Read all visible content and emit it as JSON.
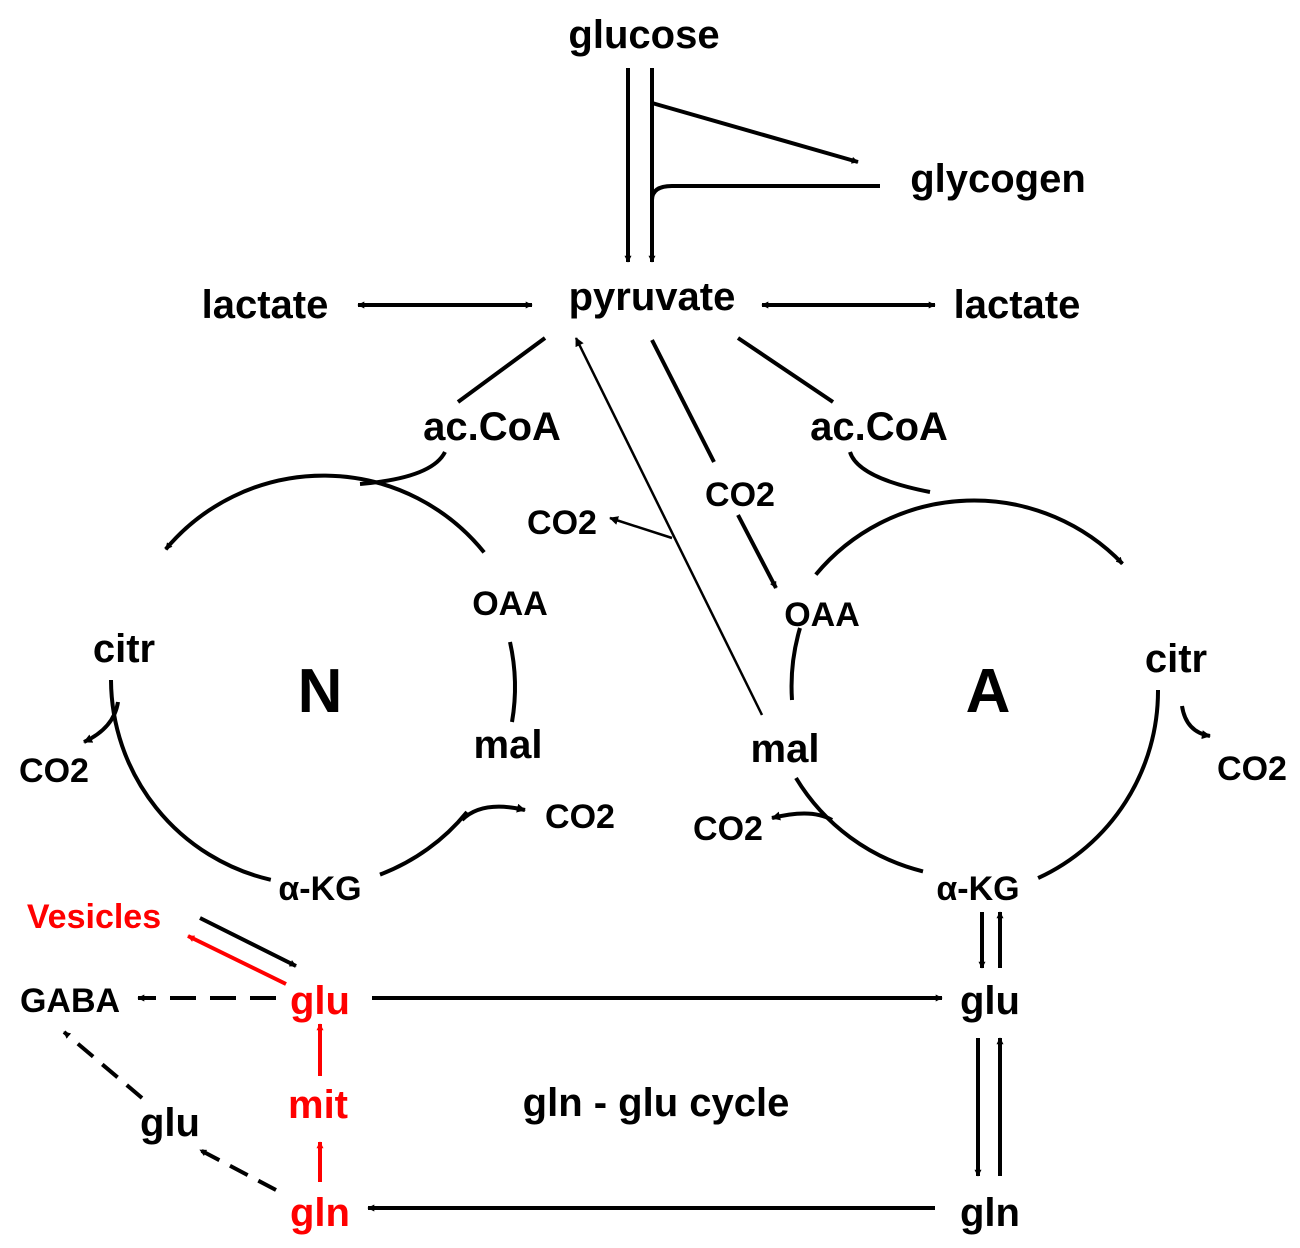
{
  "colors": {
    "ink": "#000000",
    "highlight": "#ff0000",
    "background": "#ffffff"
  },
  "labels": {
    "glucose": "glucose",
    "glycogen": "glycogen",
    "pyruvate": "pyruvate",
    "lactate_left": "lactate",
    "lactate_right": "lactate",
    "acoa_n": "ac.CoA",
    "acoa_a": "ac.CoA",
    "co2_mid_left": "CO2",
    "co2_mid_right": "CO2",
    "citr_n": "citr",
    "oaa_n": "OAA",
    "mal_n": "mal",
    "akg_n": "α-KG",
    "cycle_n": "N",
    "co2_n_citr": "CO2",
    "co2_n_mal": "CO2",
    "oaa_a": "OAA",
    "mal_a": "mal",
    "citr_a": "citr",
    "akg_a": "α-KG",
    "cycle_a": "A",
    "co2_a_citr": "CO2",
    "co2_a_mal": "CO2",
    "vesicles": "Vesicles",
    "gaba": "GABA",
    "glu_n": "glu",
    "mit": "mit",
    "glu_left": "glu",
    "gln_n": "gln",
    "cycle_caption": "gln - glu cycle",
    "glu_a": "glu",
    "gln_a": "gln"
  }
}
